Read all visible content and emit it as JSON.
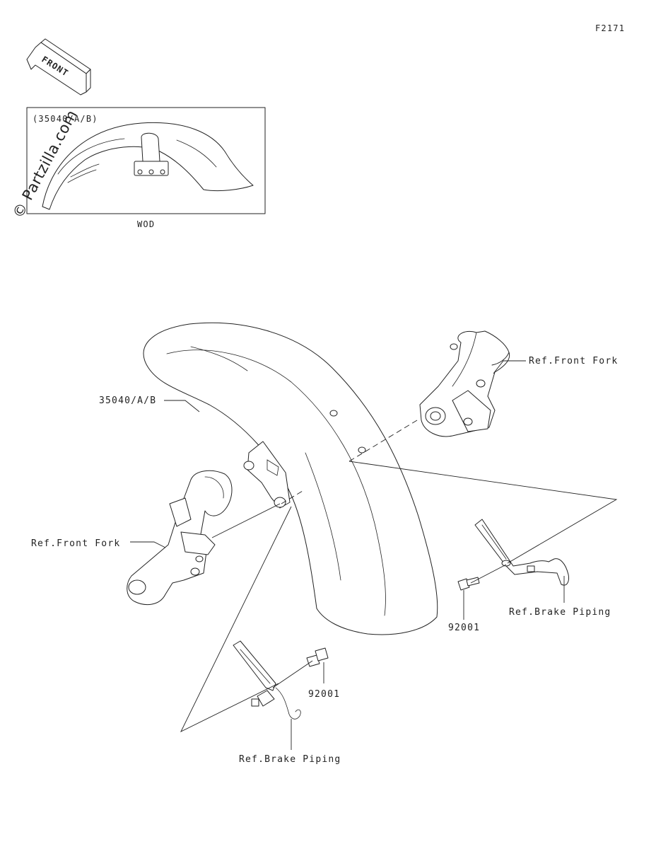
{
  "diagram_code": "F2171",
  "front_arrow_text": "FRONT",
  "watermark": "© Partzilla.com",
  "inset": {
    "part_label": "(35040/A/B)",
    "caption": "WOD"
  },
  "labels": {
    "fender": "35040/A/B",
    "fork_right": "Ref.Front Fork",
    "fork_left": "Ref.Front Fork",
    "bolt_right": "92001",
    "bolt_left": "92001",
    "brake_right": "Ref.Brake Piping",
    "brake_left": "Ref.Brake Piping"
  }
}
